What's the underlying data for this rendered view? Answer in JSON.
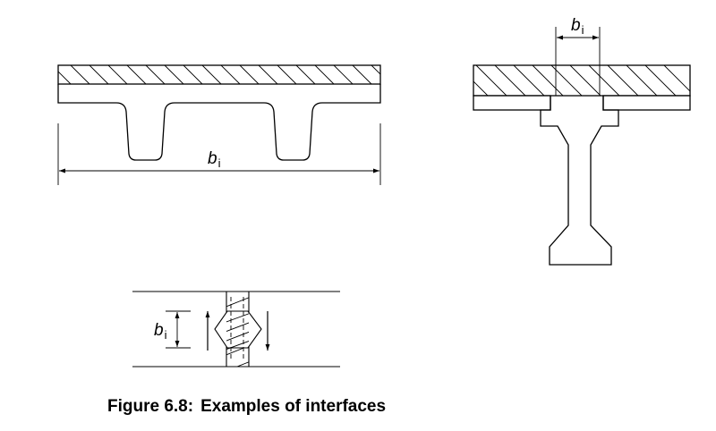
{
  "figure": {
    "caption_number": "Figure 6.8:",
    "caption_text": "Examples of interfaces",
    "width_symbol": "b",
    "width_subscript": "i"
  }
}
